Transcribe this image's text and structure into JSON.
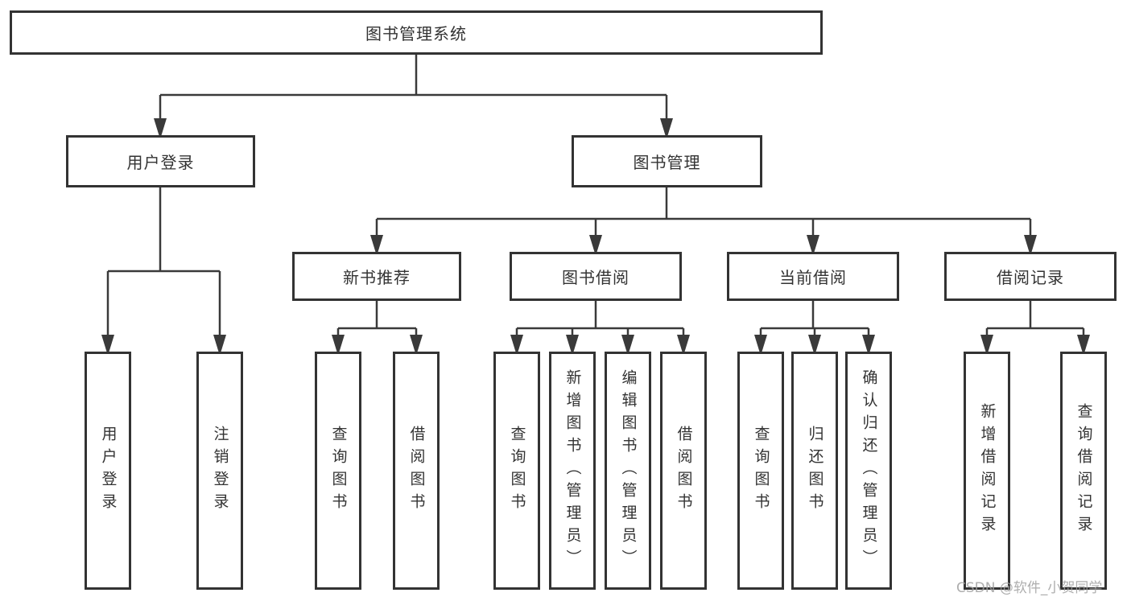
{
  "tree": {
    "root": {
      "label": "图书管理系统"
    },
    "user_login": {
      "label": "用户登录",
      "children": [
        "用户登录",
        "注销登录"
      ]
    },
    "book_management": {
      "label": "图书管理",
      "sections": {
        "new_book_recommend": {
          "label": "新书推荐",
          "children": [
            "查询图书",
            "借阅图书"
          ]
        },
        "book_borrow": {
          "label": "图书借阅",
          "children": [
            "查询图书",
            "新增图书（管理员）",
            "编辑图书（管理员）",
            "借阅图书"
          ]
        },
        "current_borrow": {
          "label": "当前借阅",
          "children": [
            "查询图书",
            "归还图书",
            "确认归还（管理员）"
          ]
        },
        "borrow_records": {
          "label": "借阅记录",
          "children": [
            "新增借阅记录",
            "查询借阅记录"
          ]
        }
      }
    }
  },
  "watermark": {
    "text": "CSDN @软件_小贺同学"
  },
  "colors": {
    "line": "#3a3a3a",
    "box_border": "#333333",
    "text": "#333333",
    "background": "#ffffff",
    "watermark": "#a0a0a0"
  }
}
